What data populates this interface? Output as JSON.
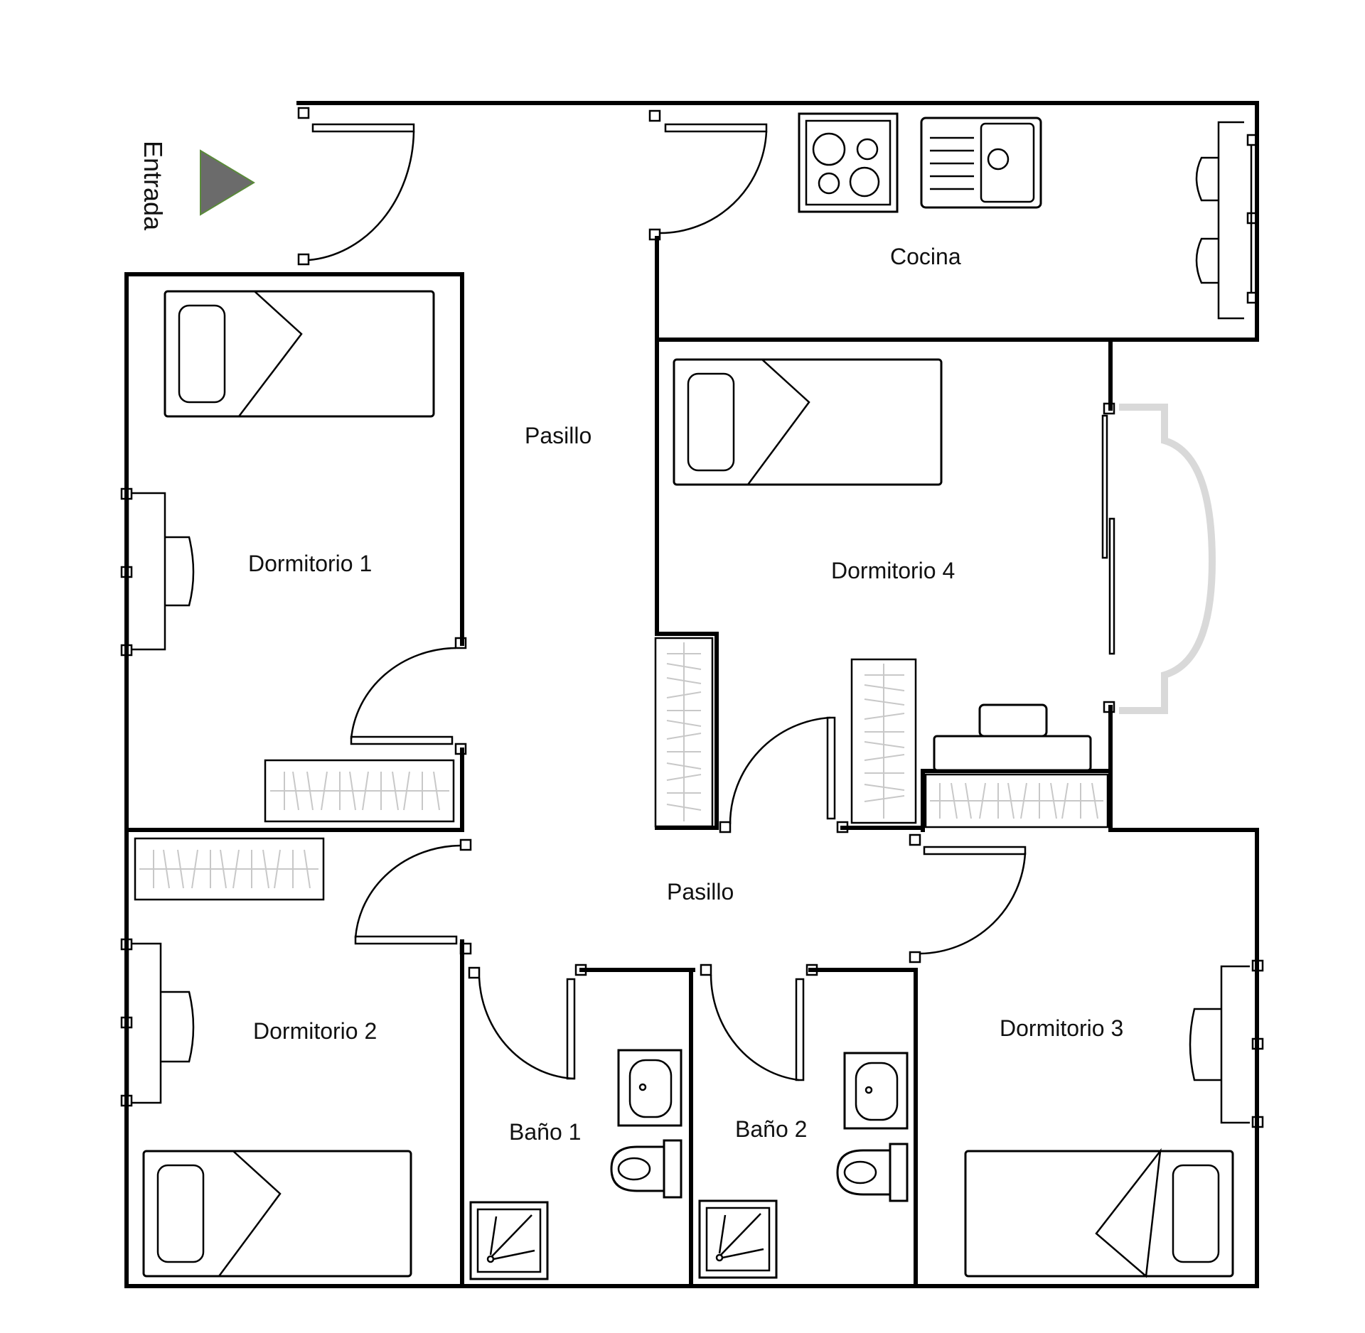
{
  "rooms": {
    "pasillo_top": "Pasillo",
    "pasillo_mid": "Pasillo",
    "cocina": "Cocina",
    "dormitorio_1": "Dormitorio 1",
    "dormitorio_2": "Dormitorio 2",
    "dormitorio_3": "Dormitorio 3",
    "dormitorio_4": "Dormitorio 4",
    "bano_1": "Baño 1",
    "bano_2": "Baño 2"
  },
  "entrance": {
    "label": "Entrada",
    "arrow_icon": "play-triangle-icon",
    "arrow_color": "#6b6b6b",
    "arrow_outline": "#5a8a3a"
  },
  "colors": {
    "wall": "#000000",
    "closet_lines": "#bdbdbd",
    "balcony": "#d9d9d9"
  }
}
